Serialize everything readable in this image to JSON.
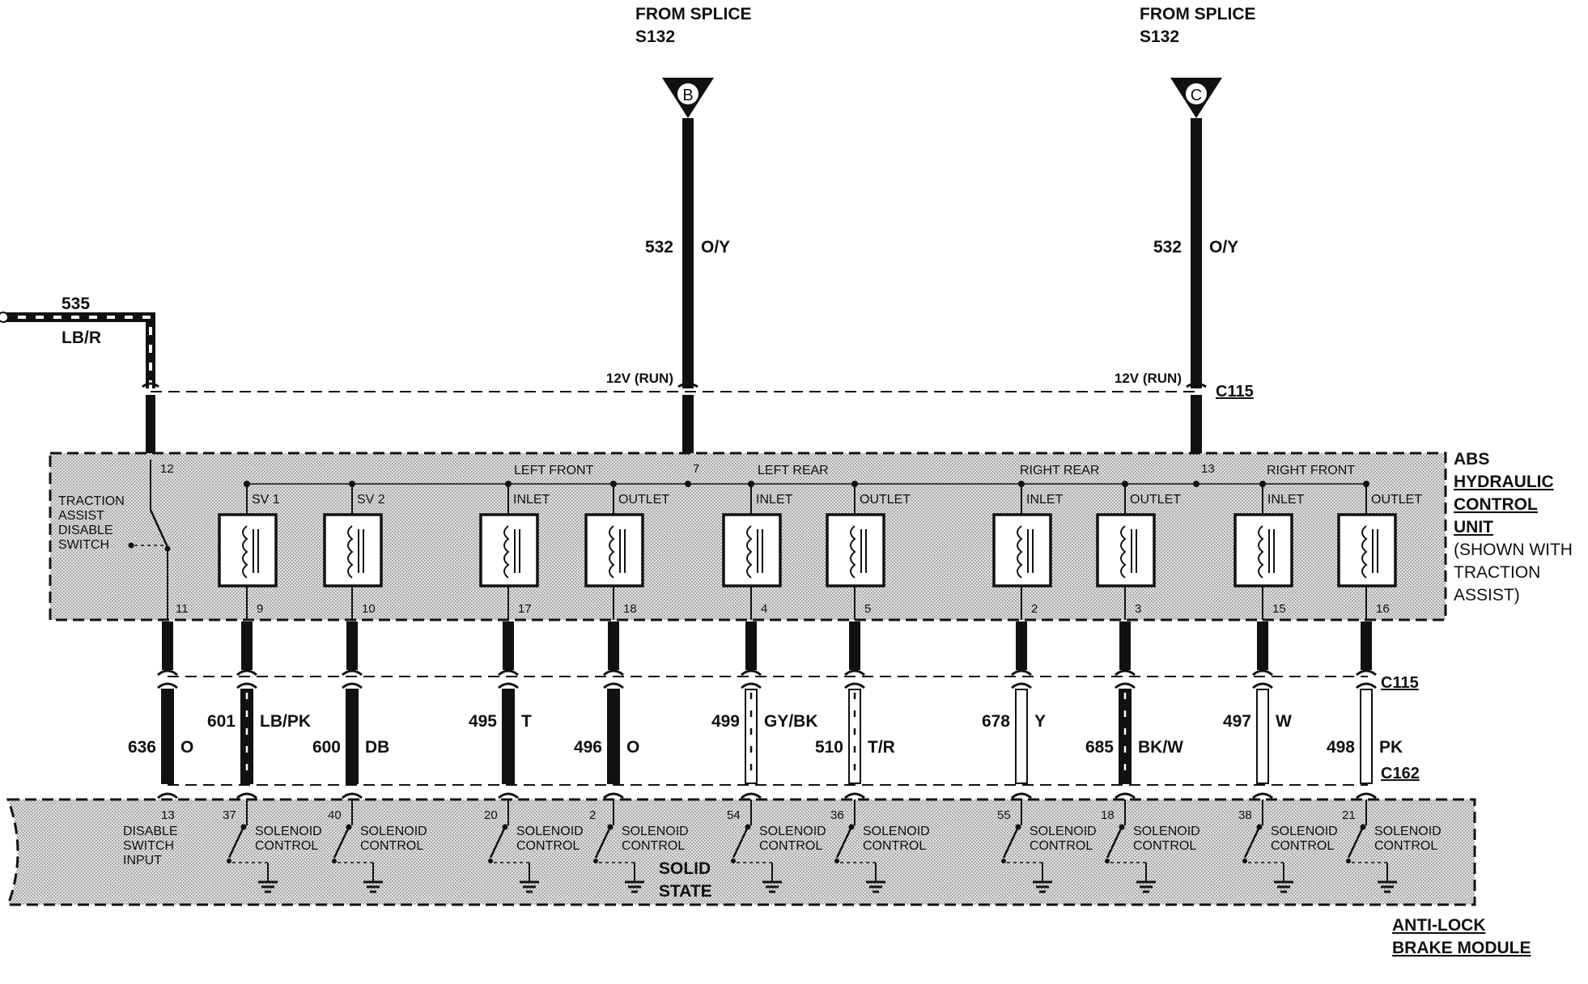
{
  "splices": [
    {
      "id": "B",
      "from_line1": "FROM SPLICE",
      "from_line2": "S132",
      "circuit": "532",
      "color": "O/Y",
      "voltage": "12V (RUN)"
    },
    {
      "id": "C",
      "from_line1": "FROM SPLICE",
      "from_line2": "S132",
      "circuit": "532",
      "color": "O/Y",
      "voltage": "12V (RUN)"
    }
  ],
  "left_feed": {
    "circuit": "535",
    "color": "LB/R",
    "pin": "12"
  },
  "connector_c115": "C115",
  "connector_c162": "C162",
  "abs_unit": {
    "title_lines": [
      "ABS",
      "HYDRAULIC",
      "CONTROL",
      "UNIT"
    ],
    "note_lines": [
      "(SHOWN WITH",
      "TRACTION",
      "ASSIST)"
    ],
    "switch_lines": [
      "TRACTION",
      "ASSIST",
      "DISABLE",
      "SWITCH"
    ],
    "group_labels": [
      "LEFT FRONT",
      "LEFT REAR",
      "RIGHT REAR",
      "RIGHT FRONT"
    ],
    "top_pins": [
      "7",
      "13"
    ],
    "switch_pin": "11"
  },
  "solenoids": [
    {
      "label": "SV 1",
      "pin": "9"
    },
    {
      "label": "SV 2",
      "pin": "10"
    },
    {
      "label": "INLET",
      "pin": "17"
    },
    {
      "label": "OUTLET",
      "pin": "18"
    },
    {
      "label": "INLET",
      "pin": "4"
    },
    {
      "label": "OUTLET",
      "pin": "5"
    },
    {
      "label": "INLET",
      "pin": "2"
    },
    {
      "label": "OUTLET",
      "pin": "3"
    },
    {
      "label": "INLET",
      "pin": "15"
    },
    {
      "label": "OUTLET",
      "pin": "16"
    }
  ],
  "wires": [
    {
      "circuit": "636",
      "color": "O"
    },
    {
      "circuit": "601",
      "color": "LB/PK"
    },
    {
      "circuit": "600",
      "color": "DB"
    },
    {
      "circuit": "495",
      "color": "T"
    },
    {
      "circuit": "496",
      "color": "O"
    },
    {
      "circuit": "499",
      "color": "GY/BK"
    },
    {
      "circuit": "510",
      "color": "T/R"
    },
    {
      "circuit": "678",
      "color": "Y"
    },
    {
      "circuit": "685",
      "color": "BK/W"
    },
    {
      "circuit": "497",
      "color": "W"
    },
    {
      "circuit": "498",
      "color": "PK"
    }
  ],
  "module": {
    "title_lines": [
      "ANTI-LOCK",
      "BRAKE MODULE"
    ],
    "solid_state_lines": [
      "SOLID",
      "STATE"
    ],
    "disable_input_lines": [
      "DISABLE",
      "SWITCH",
      "INPUT"
    ],
    "control_lines": [
      "SOLENOID",
      "CONTROL"
    ],
    "pins": [
      "13",
      "37",
      "40",
      "20",
      "2",
      "54",
      "36",
      "55",
      "18",
      "38",
      "21"
    ]
  }
}
